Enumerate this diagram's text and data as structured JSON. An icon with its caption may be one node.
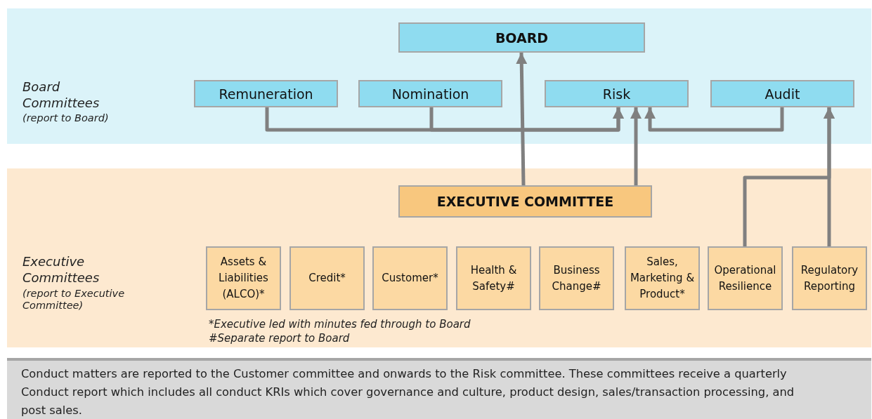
{
  "diagram": {
    "nodes": [
      {
        "text": [
          "Board Committees",
          "(report to Board)"
        ]
      },
      {
        "text": [
          "BOARD"
        ],
        "in": 0
      },
      {
        "text": [
          "Remuneration"
        ],
        "in": 0
      },
      {
        "text": [
          "Nomination"
        ],
        "in": 0
      },
      {
        "text": [
          "Risk"
        ],
        "in": 0
      },
      {
        "text": [
          "Audit"
        ],
        "in": 0
      },
      {
        "text": [
          "Executive Committees",
          "(report to Executive Committee)"
        ]
      },
      {
        "text": [
          "EXECUTIVE COMMITTEE"
        ],
        "in": 6
      },
      {
        "text": [
          "Assets & Liabilities (ALCO)*"
        ],
        "in": 6
      },
      {
        "text": [
          "Credit*"
        ],
        "in": 6
      },
      {
        "text": [
          "Customer*"
        ],
        "in": 6
      },
      {
        "text": [
          "Health & Safety#"
        ],
        "in": 6
      },
      {
        "text": [
          "Business Change#"
        ],
        "in": 6
      },
      {
        "text": [
          "Sales, Marketing & Product*"
        ],
        "in": 6
      },
      {
        "text": [
          "Operational Resilience"
        ],
        "in": 6
      },
      {
        "text": [
          "Regulatory Reporting"
        ],
        "in": 6
      },
      {
        "text": [
          "Conduct matters are reported to the Customer committee and onwards to the Risk committee. These committees receive a quarterly Conduct report which includes all conduct KRIs which cover governance and culture, product design, sales/transaction processing, and post sales."
        ]
      }
    ],
    "edges": [
      {
        "from": 2,
        "to": 4,
        "arrow": "to"
      },
      {
        "from": 3,
        "to": 4,
        "arrow": "to"
      },
      {
        "from": 7,
        "to": 1,
        "arrow": "to"
      },
      {
        "from": 7,
        "to": 4,
        "arrow": "to"
      },
      {
        "from": 5,
        "to": 4,
        "arrow": "to"
      },
      {
        "from": 14,
        "to": 5,
        "arrow": "to"
      },
      {
        "from": 15,
        "to": 5,
        "arrow": "to"
      }
    ],
    "labels": [
      "*Executive led with minutes fed through to Board",
      "#Separate report to Board"
    ]
  }
}
